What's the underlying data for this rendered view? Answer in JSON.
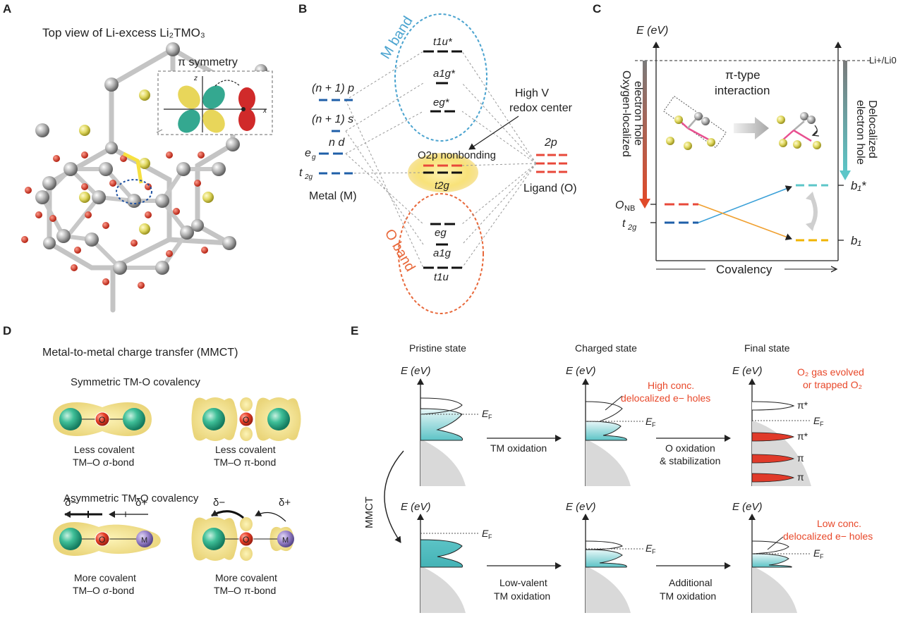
{
  "panels": {
    "a": "A",
    "b": "B",
    "c": "C",
    "d": "D",
    "e": "E"
  },
  "panel_a": {
    "title": "Top view of Li-excess Li₂TMO₃",
    "inset_title": "π symmetry",
    "axis_z": "z",
    "axis_x": "x"
  },
  "panel_b": {
    "m_band": "M band",
    "o_band": "O band",
    "levels_left": [
      "(n + 1) p",
      "(n + 1) s",
      "n d",
      "e",
      "t"
    ],
    "metal": "Metal (M)",
    "ligand": "Ligand (O)",
    "ligand_level": "2p",
    "mo_levels": [
      "t1u*",
      "a1g*",
      "eg*",
      "t2g",
      "eg",
      "a1g",
      "t1u"
    ],
    "nonbonding": "O2p nonbonding",
    "annotation_line1": "High V",
    "annotation_line2": "redox center",
    "sub_g": "g",
    "sub_2g": "2g"
  },
  "panel_c": {
    "y_axis": "E (eV)",
    "reference": "Li+/Li0",
    "left_arrow_line1": "Oxygen-localized",
    "left_arrow_line2": "electron hole",
    "right_arrow_line1": "Delocalized",
    "right_arrow_line2": "electron hole",
    "interaction_line1": "π-type",
    "interaction_line2": "interaction",
    "o_nb": "O",
    "o_nb_sub": "NB",
    "t2g": "t",
    "t2g_sub": "2g",
    "b1_star": "b₁*",
    "b1": "b₁",
    "x_axis": "Covalency",
    "colors": {
      "red": "#e8483a",
      "blue": "#1f5fa8",
      "cyan": "#5cc6c8",
      "orange": "#f0b400"
    }
  },
  "panel_d": {
    "title": "Metal-to-metal charge transfer (MMCT)",
    "symmetric": "Symmetric TM-O covalency",
    "asymmetric": "Asymmetric TM-O covalency",
    "o_label": "O",
    "m_label": "M",
    "sym_sigma_line1": "Less covalent",
    "sym_sigma_line2": "TM–O σ-bond",
    "sym_pi_line1": "Less covalent",
    "sym_pi_line2": "TM–O π-bond",
    "asym_sigma_line1": "More covalent",
    "asym_sigma_line2": "TM–O σ-bond",
    "asym_pi_line1": "More covalent",
    "asym_pi_line2": "TM–O π-bond",
    "delta_minus": "δ−",
    "delta_plus": "δ+"
  },
  "panel_e": {
    "states": [
      "Pristine state",
      "Charged state",
      "Final state"
    ],
    "energy_label": "E (eV)",
    "fermi": "E",
    "fermi_sub": "F",
    "mmct": "MMCT",
    "top_arrow1": "TM oxidation",
    "top_arrow2_line1": "O oxidation",
    "top_arrow2_line2": "& stabilization",
    "bottom_arrow1_line1": "Low-valent",
    "bottom_arrow1_line2": "TM oxidation",
    "bottom_arrow2_line1": "Additional",
    "bottom_arrow2_line2": "TM oxidation",
    "high_conc_line1": "High conc.",
    "high_conc_line2": "delocalized e− holes",
    "low_conc_line1": "Low conc.",
    "low_conc_line2": "delocalized e− holes",
    "o2_line1": "O₂ gas evolved",
    "o2_line2": "or trapped O₂",
    "pi_star": "π*",
    "pi": "π"
  }
}
